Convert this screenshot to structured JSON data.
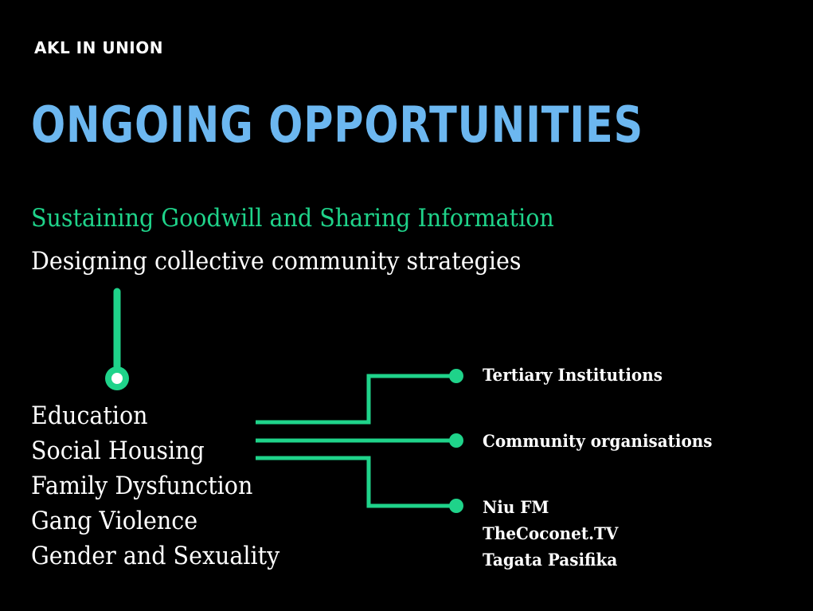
{
  "header": {
    "brand": "AKL IN UNION",
    "title": "ONGOING OPPORTUNITIES"
  },
  "subtitles": {
    "primary": "Sustaining Goodwill and Sharing Information",
    "secondary": "Designing collective community strategies"
  },
  "topics": [
    "Education",
    "Social Housing",
    "Family Dysfunction",
    "Gang Violence",
    "Gender and Sexuality"
  ],
  "targets": {
    "tertiary": "Tertiary Institutions",
    "community": "Community organisations",
    "media": [
      "Niu FM",
      "TheCoconet.TV",
      "Tagata Pasifika"
    ]
  },
  "colors": {
    "background": "#000000",
    "title": "#6cb7f0",
    "accent": "#1fd38a",
    "text": "#ffffff"
  }
}
